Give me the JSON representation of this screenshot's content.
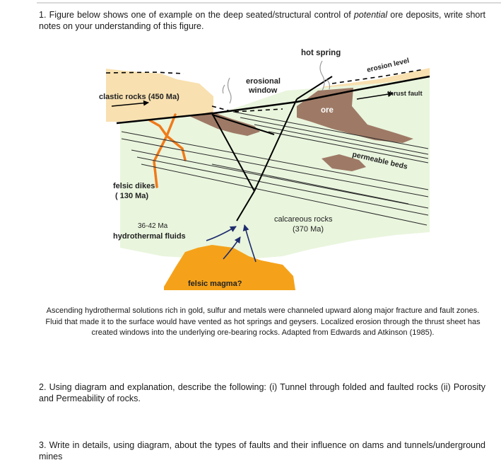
{
  "questions": {
    "q1": {
      "before": "1. Figure below shows one of example on the deep seated/structural control of ",
      "emphasis": "potential",
      "after": " ore deposits, write short notes on your understanding of this figure."
    },
    "q2": "2. Using diagram and explanation, describe the following: (i) Tunnel through folded and faulted rocks (ii) Porosity and Permeability of rocks.",
    "q3": "3. Write in details, using diagram, about the types of faults and their influence on dams and tunnels/underground mines"
  },
  "figure": {
    "labels": {
      "hot_spring": "hot spring",
      "erosion_level": "erosion level",
      "erosional_window_line1": "erosional",
      "erosional_window_line2": "window",
      "clastic_rocks": "clastic rocks (450 Ma)",
      "thrust_fault": "thrust fault",
      "ore": "ore",
      "permeable_beds": "permeable beds",
      "felsic_dikes_line1": "felsic dikes",
      "felsic_dikes_line2": "( 130 Ma)",
      "fluids_age": "36-42 Ma",
      "hydrothermal_fluids": "hydrothermal fluids",
      "calcareous_rocks_line1": "calcareous rocks",
      "calcareous_rocks_line2": "(370 Ma)",
      "felsic_magma": "felsic magma?"
    },
    "colors": {
      "calcareous": "#e9f5dd",
      "clastic": "#f8e0b0",
      "ore": "#9e7a66",
      "dike": "#f07a1a",
      "magma": "#f5a21a",
      "fluid_arrow": "#1f2d6e"
    }
  },
  "caption": "Ascending hydrothermal solutions rich in gold, sulfur and metals were channeled upward along major fracture and fault zones. Fluid that made it to the surface would have vented as hot springs and geysers. Localized erosion through the thrust sheet has created windows into the underlying ore-bearing rocks. Adapted from Edwards and Atkinson (1985)."
}
